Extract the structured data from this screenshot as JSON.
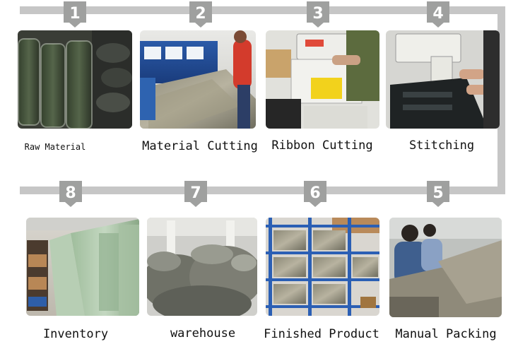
{
  "steps": [
    {
      "number": "1",
      "label": "Raw Material"
    },
    {
      "number": "2",
      "label": "Material Cutting"
    },
    {
      "number": "3",
      "label": "Ribbon Cutting"
    },
    {
      "number": "4",
      "label": "Stitching"
    },
    {
      "number": "5",
      "label": "Manual Packing"
    },
    {
      "number": "6",
      "label": "Finished Product"
    },
    {
      "number": "7",
      "label": "warehouse"
    },
    {
      "number": "8",
      "label": "Inventory"
    }
  ],
  "colors": {
    "track": "#c6c6c6",
    "badge": "#9fa09f",
    "badge_text": "#ffffff"
  }
}
